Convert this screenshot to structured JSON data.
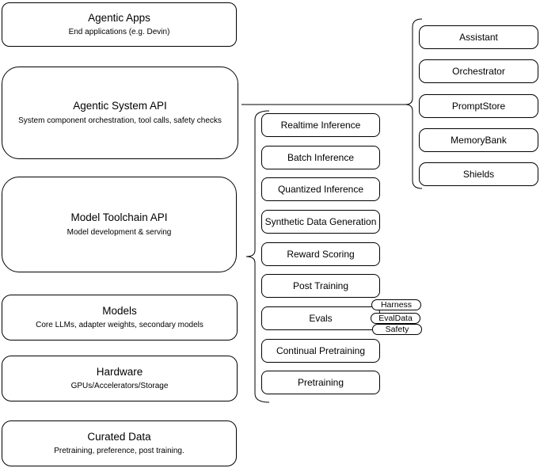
{
  "colors": {
    "border": "#000000",
    "background": "#ffffff",
    "text": "#000000"
  },
  "left_boxes": [
    {
      "title": "Agentic Apps",
      "subtitle": "End applications (e.g. Devin)"
    },
    {
      "title": "Agentic System API",
      "subtitle": "System component orchestration, tool calls, safety checks"
    },
    {
      "title": "Model Toolchain API",
      "subtitle": "Model development & serving"
    },
    {
      "title": "Models",
      "subtitle": "Core LLMs, adapter weights, secondary models"
    },
    {
      "title": "Hardware",
      "subtitle": "GPUs/Accelerators/Storage"
    },
    {
      "title": "Curated Data",
      "subtitle": "Pretraining, preference, post training."
    }
  ],
  "toolchain_items": [
    {
      "label": "Realtime Inference"
    },
    {
      "label": "Batch Inference"
    },
    {
      "label": "Quantized Inference"
    },
    {
      "label": "Synthetic Data Generation"
    },
    {
      "label": "Reward Scoring"
    },
    {
      "label": "Post Training"
    },
    {
      "label": "Evals"
    },
    {
      "label": "Continual Pretraining"
    },
    {
      "label": "Pretraining"
    }
  ],
  "evals_tags": [
    {
      "label": "Harness"
    },
    {
      "label": "EvalData"
    },
    {
      "label": "Safety"
    }
  ],
  "system_components": [
    {
      "label": "Assistant"
    },
    {
      "label": "Orchestrator"
    },
    {
      "label": "PromptStore"
    },
    {
      "label": "MemoryBank"
    },
    {
      "label": "Shields"
    }
  ]
}
